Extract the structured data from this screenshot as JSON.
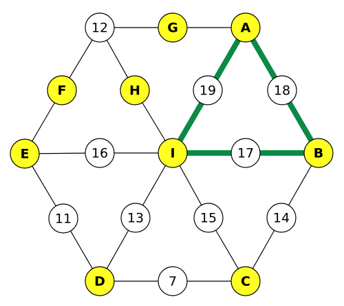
{
  "colors": {
    "letter_fill": "#ffff22",
    "number_fill": "#ffffff",
    "node_stroke": "#000000",
    "edge": "#000000",
    "highlight": "#0a8a45",
    "text": "#000000"
  },
  "nodes": {
    "n12": {
      "label": "12",
      "kind": "number"
    },
    "G": {
      "label": "G",
      "kind": "letter"
    },
    "A": {
      "label": "A",
      "kind": "letter"
    },
    "F": {
      "label": "F",
      "kind": "letter"
    },
    "H": {
      "label": "H",
      "kind": "letter"
    },
    "n19": {
      "label": "19",
      "kind": "number"
    },
    "n18": {
      "label": "18",
      "kind": "number"
    },
    "E": {
      "label": "E",
      "kind": "letter"
    },
    "n16": {
      "label": "16",
      "kind": "number"
    },
    "I": {
      "label": "I",
      "kind": "letter"
    },
    "n17": {
      "label": "17",
      "kind": "number"
    },
    "B": {
      "label": "B",
      "kind": "letter"
    },
    "n11": {
      "label": "11",
      "kind": "number"
    },
    "n13": {
      "label": "13",
      "kind": "number"
    },
    "n15": {
      "label": "15",
      "kind": "number"
    },
    "n14": {
      "label": "14",
      "kind": "number"
    },
    "D": {
      "label": "D",
      "kind": "letter"
    },
    "n7": {
      "label": "7",
      "kind": "number"
    },
    "C": {
      "label": "C",
      "kind": "letter"
    }
  },
  "edges": [
    [
      "n12",
      "G"
    ],
    [
      "G",
      "A"
    ],
    [
      "n12",
      "F"
    ],
    [
      "F",
      "E"
    ],
    [
      "n12",
      "H"
    ],
    [
      "H",
      "I"
    ],
    [
      "A",
      "n19"
    ],
    [
      "n19",
      "I"
    ],
    [
      "A",
      "n18"
    ],
    [
      "n18",
      "B"
    ],
    [
      "E",
      "n16"
    ],
    [
      "n16",
      "I"
    ],
    [
      "I",
      "n17"
    ],
    [
      "n17",
      "B"
    ],
    [
      "E",
      "n11"
    ],
    [
      "n11",
      "D"
    ],
    [
      "I",
      "n13"
    ],
    [
      "n13",
      "D"
    ],
    [
      "I",
      "n15"
    ],
    [
      "n15",
      "C"
    ],
    [
      "B",
      "n14"
    ],
    [
      "n14",
      "C"
    ],
    [
      "D",
      "n7"
    ],
    [
      "n7",
      "C"
    ]
  ],
  "highlight_path": [
    "I",
    "A",
    "B",
    "I"
  ]
}
